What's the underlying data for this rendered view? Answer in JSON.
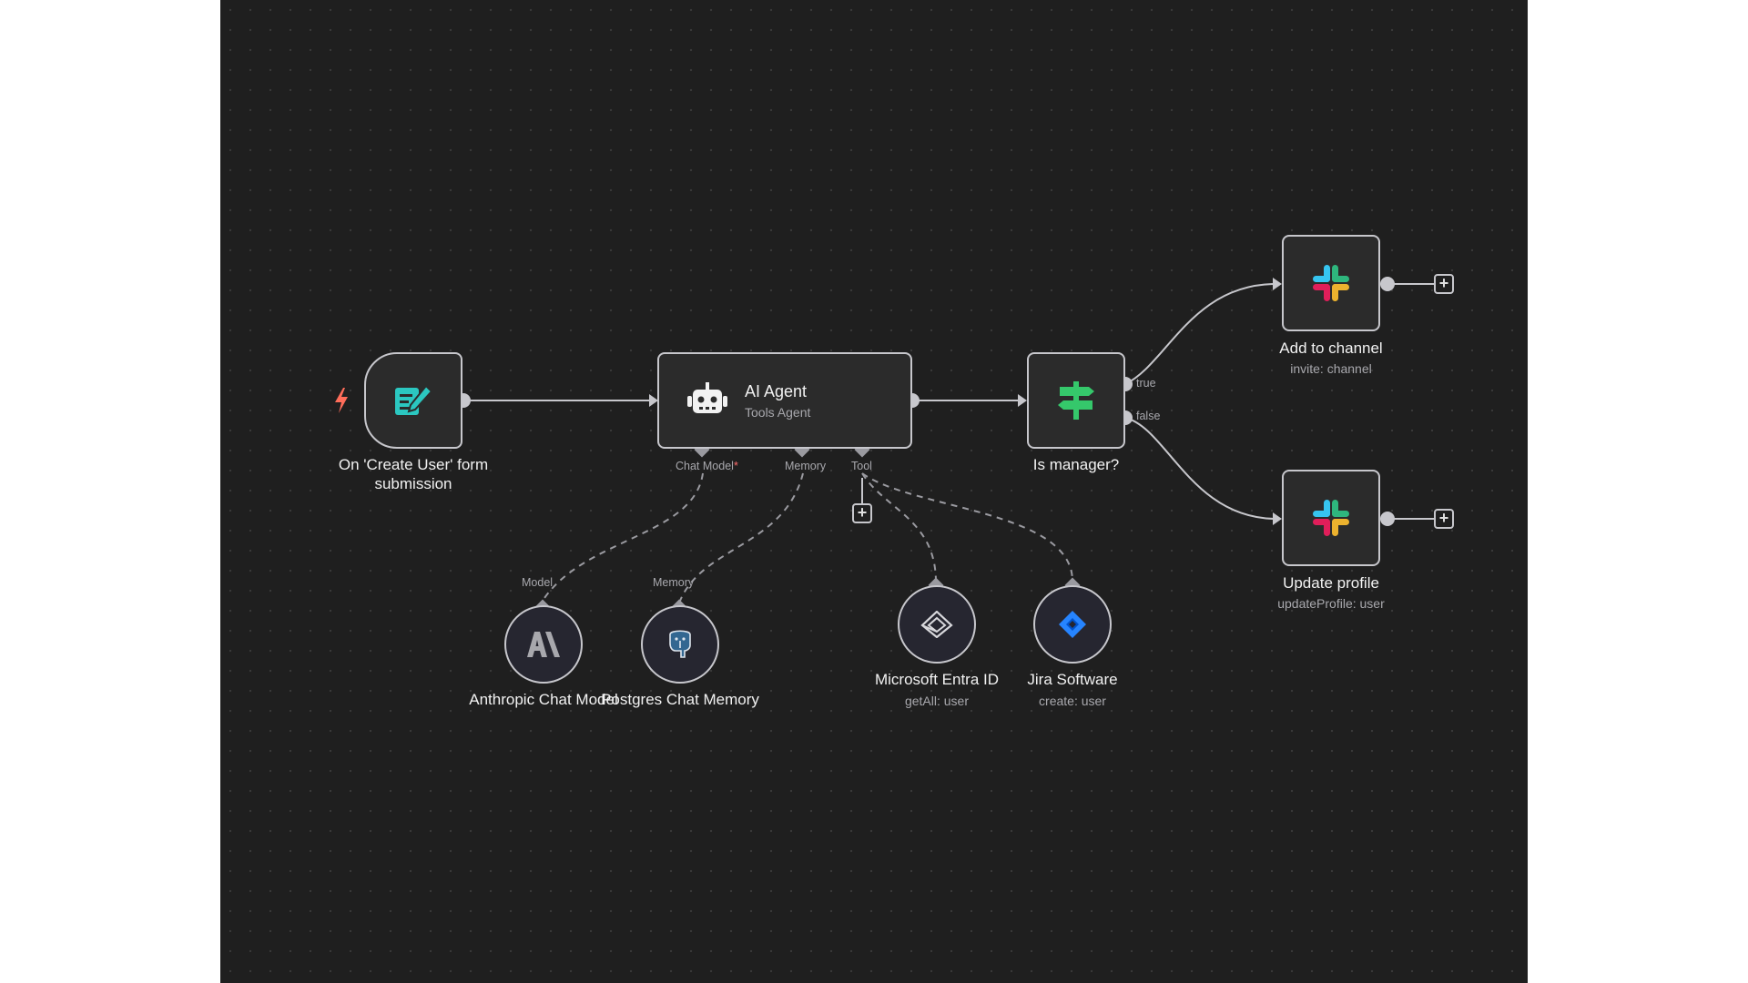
{
  "nodes": {
    "trigger": {
      "label": "On 'Create User' form submission"
    },
    "agent": {
      "title": "AI Agent",
      "subtitle": "Tools Agent"
    },
    "if": {
      "label": "Is manager?"
    },
    "add_channel": {
      "label": "Add to channel",
      "subtitle": "invite: channel"
    },
    "update_profile": {
      "label": "Update profile",
      "subtitle": "updateProfile: user"
    },
    "anthropic": {
      "label": "Anthropic Chat Model",
      "port_label": "Model"
    },
    "postgres": {
      "label": "Postgres Chat Memory",
      "port_label": "Memory"
    },
    "entra": {
      "label": "Microsoft Entra ID",
      "subtitle": "getAll: user"
    },
    "jira": {
      "label": "Jira Software",
      "subtitle": "create: user"
    }
  },
  "agent_ports": {
    "chat_model": "Chat Model",
    "required_mark": "*",
    "memory": "Memory",
    "tool": "Tool"
  },
  "branches": {
    "true": "true",
    "false": "false"
  },
  "plus_symbol": "+",
  "icons": {
    "trigger": "form-pencil-icon",
    "agent": "robot-icon",
    "if": "signpost-icon",
    "slack": "slack-icon",
    "anthropic": "anthropic-icon",
    "postgres": "postgres-elephant-icon",
    "entra": "entra-id-icon",
    "jira": "jira-icon",
    "bolt": "lightning-bolt-icon"
  },
  "colors": {
    "canvas": "#1f1f1f",
    "node_bg": "#2b2b2b",
    "node_border": "#c7c7cc",
    "wire": "#c7c7cc",
    "trigger_bolt": "#ff6d5a",
    "form_icon": "#2bc7c0",
    "if_icon": "#35c86b",
    "jira_blue": "#2684ff",
    "required": "#ff6d6d"
  }
}
